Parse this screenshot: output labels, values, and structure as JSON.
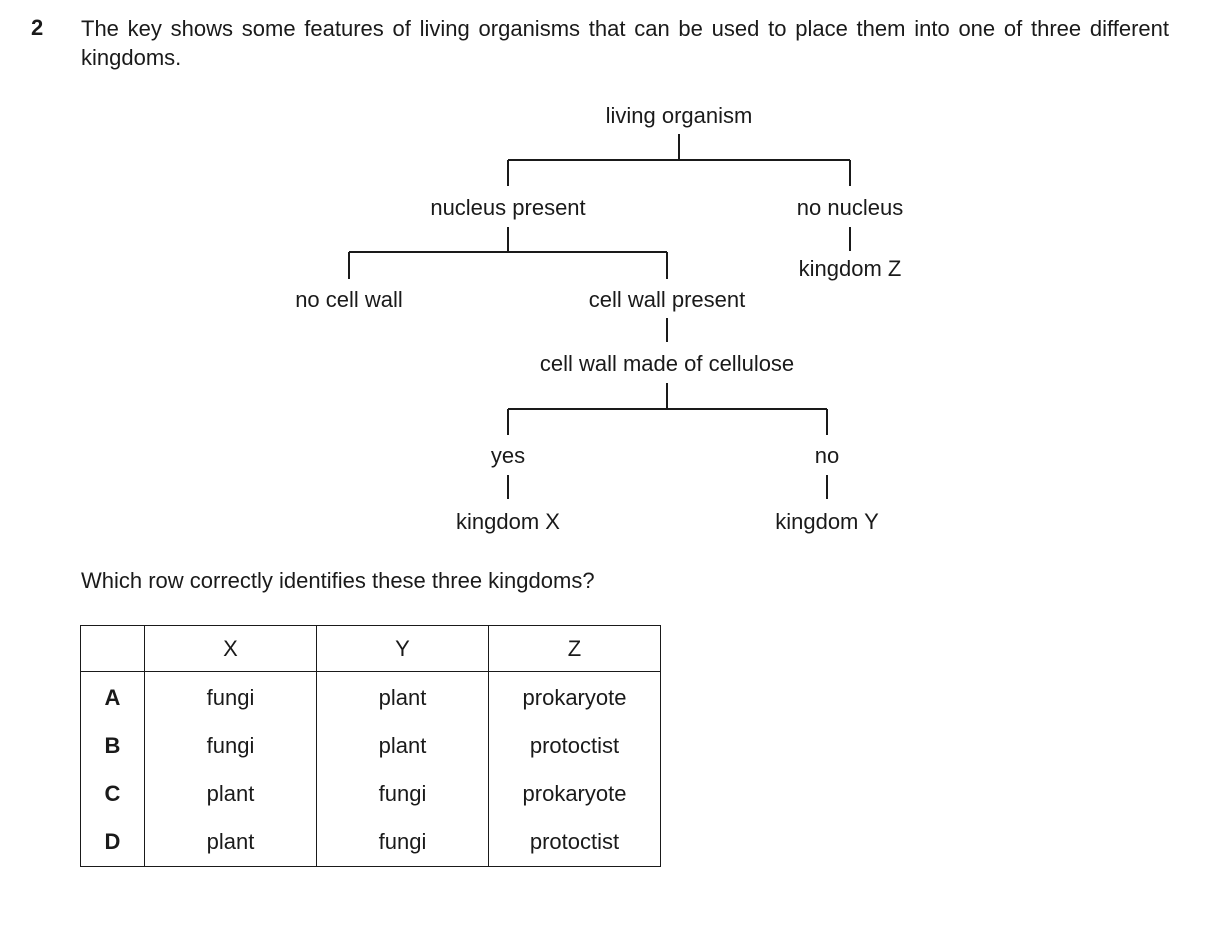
{
  "question": {
    "number": "2",
    "stem": "The key shows some features of living organisms that can be used to place them into one of three different kingdoms.",
    "prompt": "Which row correctly identifies these three kingdoms?"
  },
  "key": {
    "root": "living organism",
    "nucleus_present": "nucleus present",
    "no_nucleus": "no nucleus",
    "kingdom_z": "kingdom Z",
    "no_cell_wall": "no cell wall",
    "cell_wall_present": "cell wall present",
    "cellulose": "cell wall made of cellulose",
    "yes": "yes",
    "no": "no",
    "kingdom_x": "kingdom X",
    "kingdom_y": "kingdom Y"
  },
  "table": {
    "headers": [
      "",
      "X",
      "Y",
      "Z"
    ],
    "rows": [
      {
        "option": "A",
        "x": "fungi",
        "y": "plant",
        "z": "prokaryote"
      },
      {
        "option": "B",
        "x": "fungi",
        "y": "plant",
        "z": "protoctist"
      },
      {
        "option": "C",
        "x": "plant",
        "y": "fungi",
        "z": "prokaryote"
      },
      {
        "option": "D",
        "x": "plant",
        "y": "fungi",
        "z": "protoctist"
      }
    ]
  }
}
